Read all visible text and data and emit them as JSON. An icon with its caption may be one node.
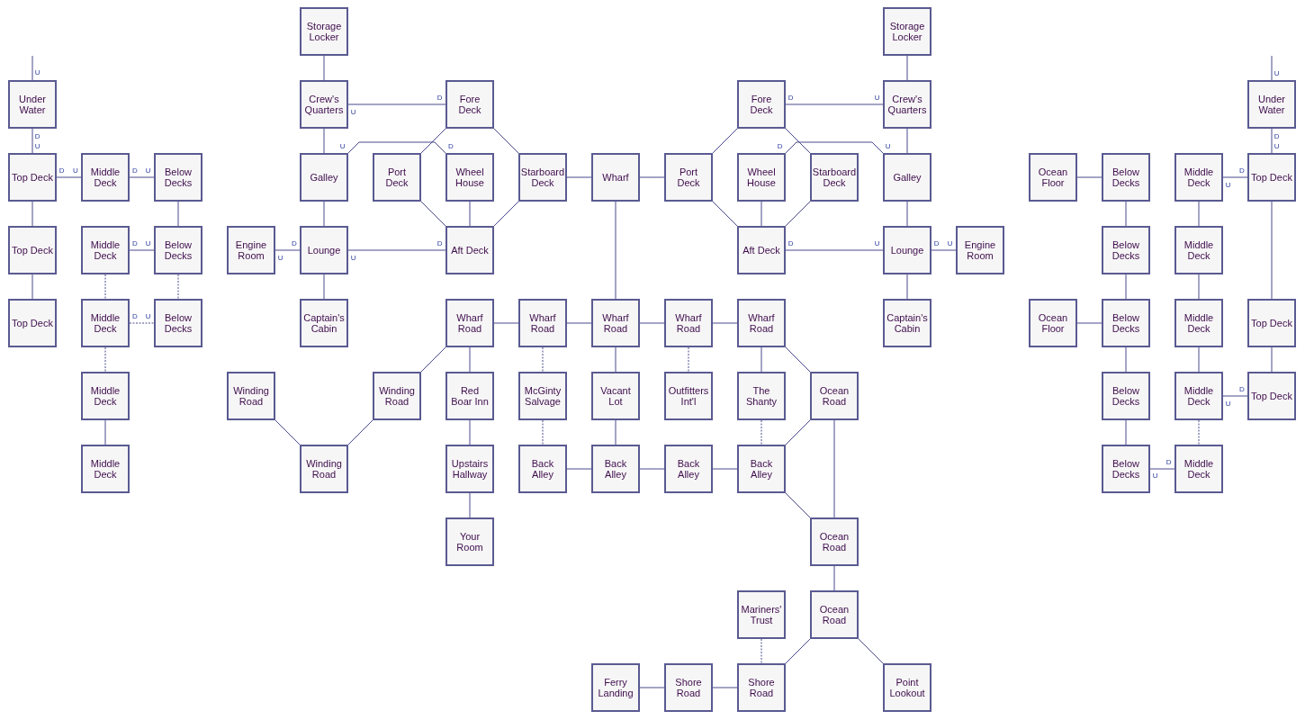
{
  "diagram": {
    "nodes": [
      {
        "text": [
          "Storage Locker"
        ]
      },
      {
        "text": [
          "Storage Locker"
        ]
      },
      {
        "text": [
          "Under Water"
        ]
      },
      {
        "text": [
          "Crew's Quarters"
        ]
      },
      {
        "text": [
          "Fore Deck"
        ]
      },
      {
        "text": [
          "Fore Deck"
        ]
      },
      {
        "text": [
          "Crew's Quarters"
        ]
      },
      {
        "text": [
          "Under Water"
        ]
      },
      {
        "text": [
          "Top Deck"
        ]
      },
      {
        "text": [
          "Middle Deck"
        ]
      },
      {
        "text": [
          "Below Decks"
        ]
      },
      {
        "text": [
          "Galley"
        ]
      },
      {
        "text": [
          "Port Deck"
        ]
      },
      {
        "text": [
          "Wheel House"
        ]
      },
      {
        "text": [
          "Starboard Deck"
        ]
      },
      {
        "text": [
          "Wharf"
        ]
      },
      {
        "text": [
          "Port Deck"
        ]
      },
      {
        "text": [
          "Wheel House"
        ]
      },
      {
        "text": [
          "Starboard Deck"
        ]
      },
      {
        "text": [
          "Galley"
        ]
      },
      {
        "text": [
          "Ocean Floor"
        ]
      },
      {
        "text": [
          "Below Decks"
        ]
      },
      {
        "text": [
          "Middle Deck"
        ]
      },
      {
        "text": [
          "Top Deck"
        ]
      },
      {
        "text": [
          "Top Deck"
        ]
      },
      {
        "text": [
          "Middle Deck"
        ]
      },
      {
        "text": [
          "Below Decks"
        ]
      },
      {
        "text": [
          "Engine Room"
        ]
      },
      {
        "text": [
          "Lounge"
        ]
      },
      {
        "text": [
          "Aft Deck"
        ]
      },
      {
        "text": [
          "Aft Deck"
        ]
      },
      {
        "text": [
          "Lounge"
        ]
      },
      {
        "text": [
          "Engine Room"
        ]
      },
      {
        "text": [
          "Below Decks"
        ]
      },
      {
        "text": [
          "Middle Deck"
        ]
      },
      {
        "text": [
          "Top Deck"
        ]
      },
      {
        "text": [
          "Middle Deck"
        ]
      },
      {
        "text": [
          "Below Decks"
        ]
      },
      {
        "text": [
          "Captain's Cabin"
        ]
      },
      {
        "text": [
          "Wharf Road"
        ]
      },
      {
        "text": [
          "Wharf Road"
        ]
      },
      {
        "text": [
          "Wharf Road"
        ]
      },
      {
        "text": [
          "Wharf Road"
        ]
      },
      {
        "text": [
          "Wharf Road"
        ]
      },
      {
        "text": [
          "Captain's Cabin"
        ]
      },
      {
        "text": [
          "Ocean Floor"
        ]
      },
      {
        "text": [
          "Below Decks"
        ]
      },
      {
        "text": [
          "Middle Deck"
        ]
      },
      {
        "text": [
          "Top Deck"
        ]
      },
      {
        "text": [
          "Middle Deck"
        ]
      },
      {
        "text": [
          "Winding Road"
        ]
      },
      {
        "text": [
          "Winding Road"
        ]
      },
      {
        "text": [
          "Red Boar Inn"
        ]
      },
      {
        "text": [
          "McGinty Salvage"
        ]
      },
      {
        "text": [
          "Vacant Lot"
        ]
      },
      {
        "text": [
          "Outfitters Int'l"
        ]
      },
      {
        "text": [
          "The Shanty"
        ]
      },
      {
        "text": [
          "Ocean Road"
        ]
      },
      {
        "text": [
          "Below Decks"
        ]
      },
      {
        "text": [
          "Middle Deck"
        ]
      },
      {
        "text": [
          "Top Deck"
        ]
      },
      {
        "text": [
          "Middle Deck"
        ]
      },
      {
        "text": [
          "Winding Road"
        ]
      },
      {
        "text": [
          "Upstairs Hallway"
        ]
      },
      {
        "text": [
          "Back Alley"
        ]
      },
      {
        "text": [
          "Back Alley"
        ]
      },
      {
        "text": [
          "Back Alley"
        ]
      },
      {
        "text": [
          "Back Alley"
        ]
      },
      {
        "text": [
          "Below Decks"
        ]
      },
      {
        "text": [
          "Middle Deck"
        ]
      },
      {
        "text": [
          "Your Room"
        ]
      },
      {
        "text": [
          "Ocean Road"
        ]
      },
      {
        "text": [
          "Mariners' Trust"
        ]
      },
      {
        "text": [
          "Ocean Road"
        ]
      },
      {
        "text": [
          "Ferry Landing"
        ]
      },
      {
        "text": [
          "Shore Road"
        ]
      },
      {
        "text": [
          "Shore Road"
        ]
      },
      {
        "text": [
          "Point Lookout"
        ]
      }
    ],
    "edges": [
      {
        "from": 2,
        "to": null,
        "arrow": "none"
      },
      {
        "from": 2,
        "to": 8,
        "arrow": "none"
      },
      {
        "from": 8,
        "to": 9,
        "arrow": "none"
      },
      {
        "from": 9,
        "to": 10,
        "arrow": "none"
      },
      {
        "from": 8,
        "to": 24,
        "arrow": "none"
      },
      {
        "from": 10,
        "to": 26,
        "arrow": "none"
      },
      {
        "from": 24,
        "to": 35,
        "arrow": "none"
      },
      {
        "from": 25,
        "to": 26,
        "arrow": "none"
      },
      {
        "from": 25,
        "to": 36,
        "arrow": "none",
        "style": "dashed"
      },
      {
        "from": 26,
        "to": 37,
        "arrow": "none",
        "style": "dashed"
      },
      {
        "from": 36,
        "to": 37,
        "arrow": "none",
        "style": "dashed"
      },
      {
        "from": 36,
        "to": 49,
        "arrow": "none",
        "style": "dashed"
      },
      {
        "from": 49,
        "to": 61,
        "arrow": "none"
      },
      {
        "from": 0,
        "to": 3,
        "arrow": "none"
      },
      {
        "from": 3,
        "to": 4,
        "arrow": "none"
      },
      {
        "from": 3,
        "to": 11,
        "arrow": "none"
      },
      {
        "from": 11,
        "to": 13,
        "arrow": "none"
      },
      {
        "from": 4,
        "to": 12,
        "arrow": "none"
      },
      {
        "from": 4,
        "to": 14,
        "arrow": "none"
      },
      {
        "from": 12,
        "to": 29,
        "arrow": "none"
      },
      {
        "from": 13,
        "to": 29,
        "arrow": "none"
      },
      {
        "from": 14,
        "to": 29,
        "arrow": "none"
      },
      {
        "from": 11,
        "to": 28,
        "arrow": "none"
      },
      {
        "from": 27,
        "to": 28,
        "arrow": "none"
      },
      {
        "from": 28,
        "to": 29,
        "arrow": "none"
      },
      {
        "from": 28,
        "to": 38,
        "arrow": "none"
      },
      {
        "from": 14,
        "to": 15,
        "arrow": "none"
      },
      {
        "from": 15,
        "to": 16,
        "arrow": "none"
      },
      {
        "from": 15,
        "to": 41,
        "arrow": "none"
      },
      {
        "from": 1,
        "to": 6,
        "arrow": "none"
      },
      {
        "from": 5,
        "to": 6,
        "arrow": "none"
      },
      {
        "from": 6,
        "to": 19,
        "arrow": "none"
      },
      {
        "from": 5,
        "to": 16,
        "arrow": "none"
      },
      {
        "from": 5,
        "to": 18,
        "arrow": "none"
      },
      {
        "from": 17,
        "to": 19,
        "arrow": "none"
      },
      {
        "from": 16,
        "to": 30,
        "arrow": "none"
      },
      {
        "from": 17,
        "to": 30,
        "arrow": "none"
      },
      {
        "from": 18,
        "to": 30,
        "arrow": "none"
      },
      {
        "from": 30,
        "to": 31,
        "arrow": "none"
      },
      {
        "from": 19,
        "to": 31,
        "arrow": "none"
      },
      {
        "from": 31,
        "to": 32,
        "arrow": "none"
      },
      {
        "from": 31,
        "to": 44,
        "arrow": "none"
      },
      {
        "from": 39,
        "to": 40,
        "arrow": "none"
      },
      {
        "from": 40,
        "to": 41,
        "arrow": "none"
      },
      {
        "from": 41,
        "to": 42,
        "arrow": "none"
      },
      {
        "from": 42,
        "to": 43,
        "arrow": "none"
      },
      {
        "from": 39,
        "to": 51,
        "arrow": "none"
      },
      {
        "from": 39,
        "to": 52,
        "arrow": "none"
      },
      {
        "from": 40,
        "to": 53,
        "arrow": "none",
        "style": "dashed"
      },
      {
        "from": 41,
        "to": 54,
        "arrow": "none"
      },
      {
        "from": 42,
        "to": 55,
        "arrow": "none",
        "style": "dashed"
      },
      {
        "from": 43,
        "to": 56,
        "arrow": "none"
      },
      {
        "from": 43,
        "to": 57,
        "arrow": "none"
      },
      {
        "from": 50,
        "to": 62,
        "arrow": "none"
      },
      {
        "from": 62,
        "to": 51,
        "arrow": "none"
      },
      {
        "from": 52,
        "to": 63,
        "arrow": "none"
      },
      {
        "from": 63,
        "to": 70,
        "arrow": "none"
      },
      {
        "from": 53,
        "to": 64,
        "arrow": "none",
        "style": "dashed"
      },
      {
        "from": 54,
        "to": 65,
        "arrow": "none"
      },
      {
        "from": 64,
        "to": 65,
        "arrow": "none"
      },
      {
        "from": 65,
        "to": 66,
        "arrow": "none"
      },
      {
        "from": 66,
        "to": 67,
        "arrow": "none"
      },
      {
        "from": 56,
        "to": 67,
        "arrow": "none",
        "style": "dashed"
      },
      {
        "from": 67,
        "to": 57,
        "arrow": "none"
      },
      {
        "from": 67,
        "to": 71,
        "arrow": "none"
      },
      {
        "from": 57,
        "to": 71,
        "arrow": "none"
      },
      {
        "from": 71,
        "to": 73,
        "arrow": "none"
      },
      {
        "from": 73,
        "to": 76,
        "arrow": "none"
      },
      {
        "from": 73,
        "to": 77,
        "arrow": "none"
      },
      {
        "from": 72,
        "to": 76,
        "arrow": "none",
        "style": "dashed"
      },
      {
        "from": 74,
        "to": 75,
        "arrow": "none"
      },
      {
        "from": 75,
        "to": 76,
        "arrow": "none"
      },
      {
        "from": 7,
        "to": null,
        "arrow": "none"
      },
      {
        "from": 7,
        "to": 23,
        "arrow": "none"
      },
      {
        "from": 20,
        "to": 21,
        "arrow": "none"
      },
      {
        "from": 22,
        "to": 23,
        "arrow": "none"
      },
      {
        "from": 21,
        "to": 33,
        "arrow": "none"
      },
      {
        "from": 33,
        "to": 46,
        "arrow": "none"
      },
      {
        "from": 46,
        "to": 58,
        "arrow": "none"
      },
      {
        "from": 58,
        "to": 68,
        "arrow": "none"
      },
      {
        "from": 45,
        "to": 46,
        "arrow": "none"
      },
      {
        "from": 22,
        "to": 34,
        "arrow": "none"
      },
      {
        "from": 34,
        "to": 47,
        "arrow": "none"
      },
      {
        "from": 47,
        "to": 59,
        "arrow": "none"
      },
      {
        "from": 59,
        "to": 69,
        "arrow": "none",
        "style": "dashed"
      },
      {
        "from": 23,
        "to": 48,
        "arrow": "none"
      },
      {
        "from": 48,
        "to": 60,
        "arrow": "none"
      },
      {
        "from": 59,
        "to": 60,
        "arrow": "none"
      },
      {
        "from": 68,
        "to": 69,
        "arrow": "none"
      }
    ],
    "labels": [
      "U",
      "U",
      "D",
      "D",
      "U",
      "U",
      "D",
      "D",
      "U",
      "U",
      "D",
      "D",
      "U",
      "U",
      "D",
      "U",
      "D",
      "U",
      "D",
      "U",
      "D",
      "U",
      "D",
      "D",
      "D",
      "U",
      "D",
      "U",
      "U",
      "U",
      "D",
      "U",
      "D",
      "U",
      "D",
      "U"
    ]
  }
}
